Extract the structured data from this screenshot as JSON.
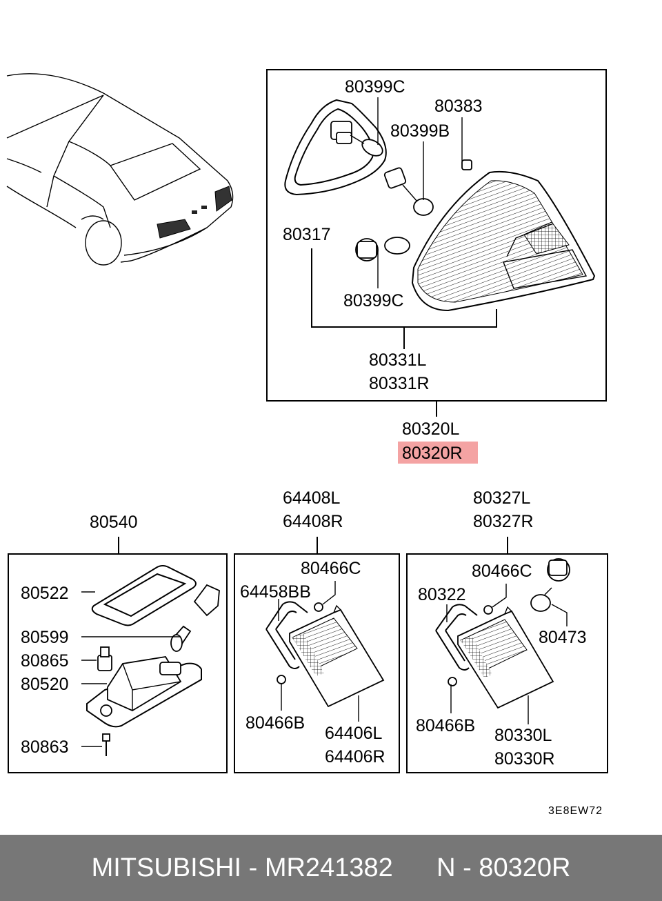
{
  "colors": {
    "highlight": "#f4a3a3",
    "footer_bg": "#777777",
    "footer_text": "#ffffff"
  },
  "top_panel": {
    "callouts": [
      "80399C",
      "80383",
      "80399B",
      "80317",
      "80399C",
      "80331L",
      "80331R"
    ],
    "assembly": [
      "80320L",
      "80320R"
    ],
    "highlighted": "80320R"
  },
  "panel_license_lamp": {
    "assembly": "80540",
    "callouts": [
      "80522",
      "80599",
      "80865",
      "80520",
      "80863"
    ]
  },
  "panel_middle": {
    "assembly": [
      "64408L",
      "64408R"
    ],
    "callouts": [
      "80466C",
      "64458BB",
      "80466B",
      "64406L",
      "64406R"
    ]
  },
  "panel_right": {
    "assembly": [
      "80327L",
      "80327R"
    ],
    "callouts": [
      "80466C",
      "80322",
      "80473",
      "80466B",
      "80330L",
      "80330R"
    ]
  },
  "diagram_code": "3E8EW72",
  "footer": {
    "brand": "MITSUBISHI",
    "part_number": "MR241382",
    "ref": "N - 80320R",
    "separator": " - "
  }
}
